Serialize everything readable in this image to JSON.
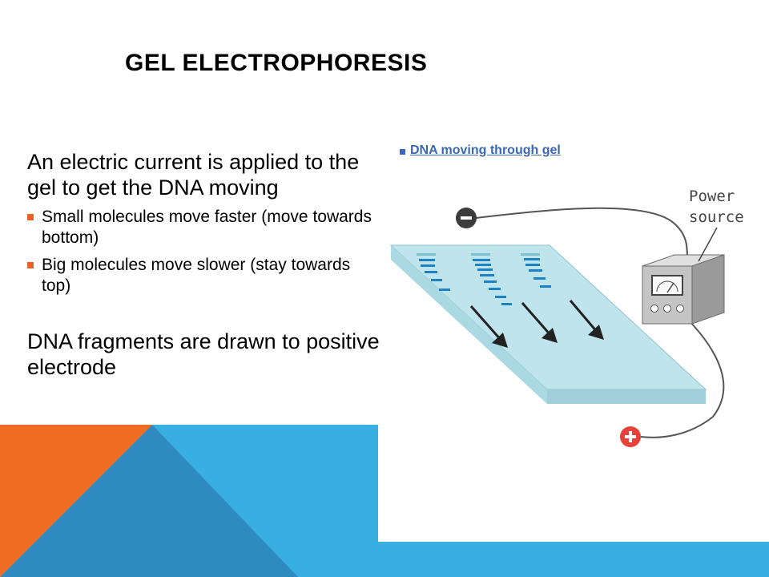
{
  "title": "GEL ELECTROPHORESIS",
  "body": {
    "point1": "An electric current is applied to the gel to get the DNA moving",
    "sub_points": [
      "Small molecules move faster (move towards bottom)",
      "Big molecules move slower (stay towards top)"
    ],
    "point2": "DNA fragments are drawn to positive electrode"
  },
  "link": {
    "label": "DNA moving through gel"
  },
  "illustration": {
    "power_label_line1": "Power",
    "power_label_line2": "source",
    "negative_symbol": "−",
    "positive_symbol": "+"
  },
  "colors": {
    "accent_orange": "#f06c23",
    "accent_blue": "#39aee0",
    "dark_blue": "#2f8bbf",
    "bullet": "#e96125",
    "link": "#3b68b1",
    "gel": "#bfe4ec",
    "band": "#1c82c4",
    "negative_electrode": "#3c3c3c",
    "positive_electrode": "#e8413a"
  }
}
